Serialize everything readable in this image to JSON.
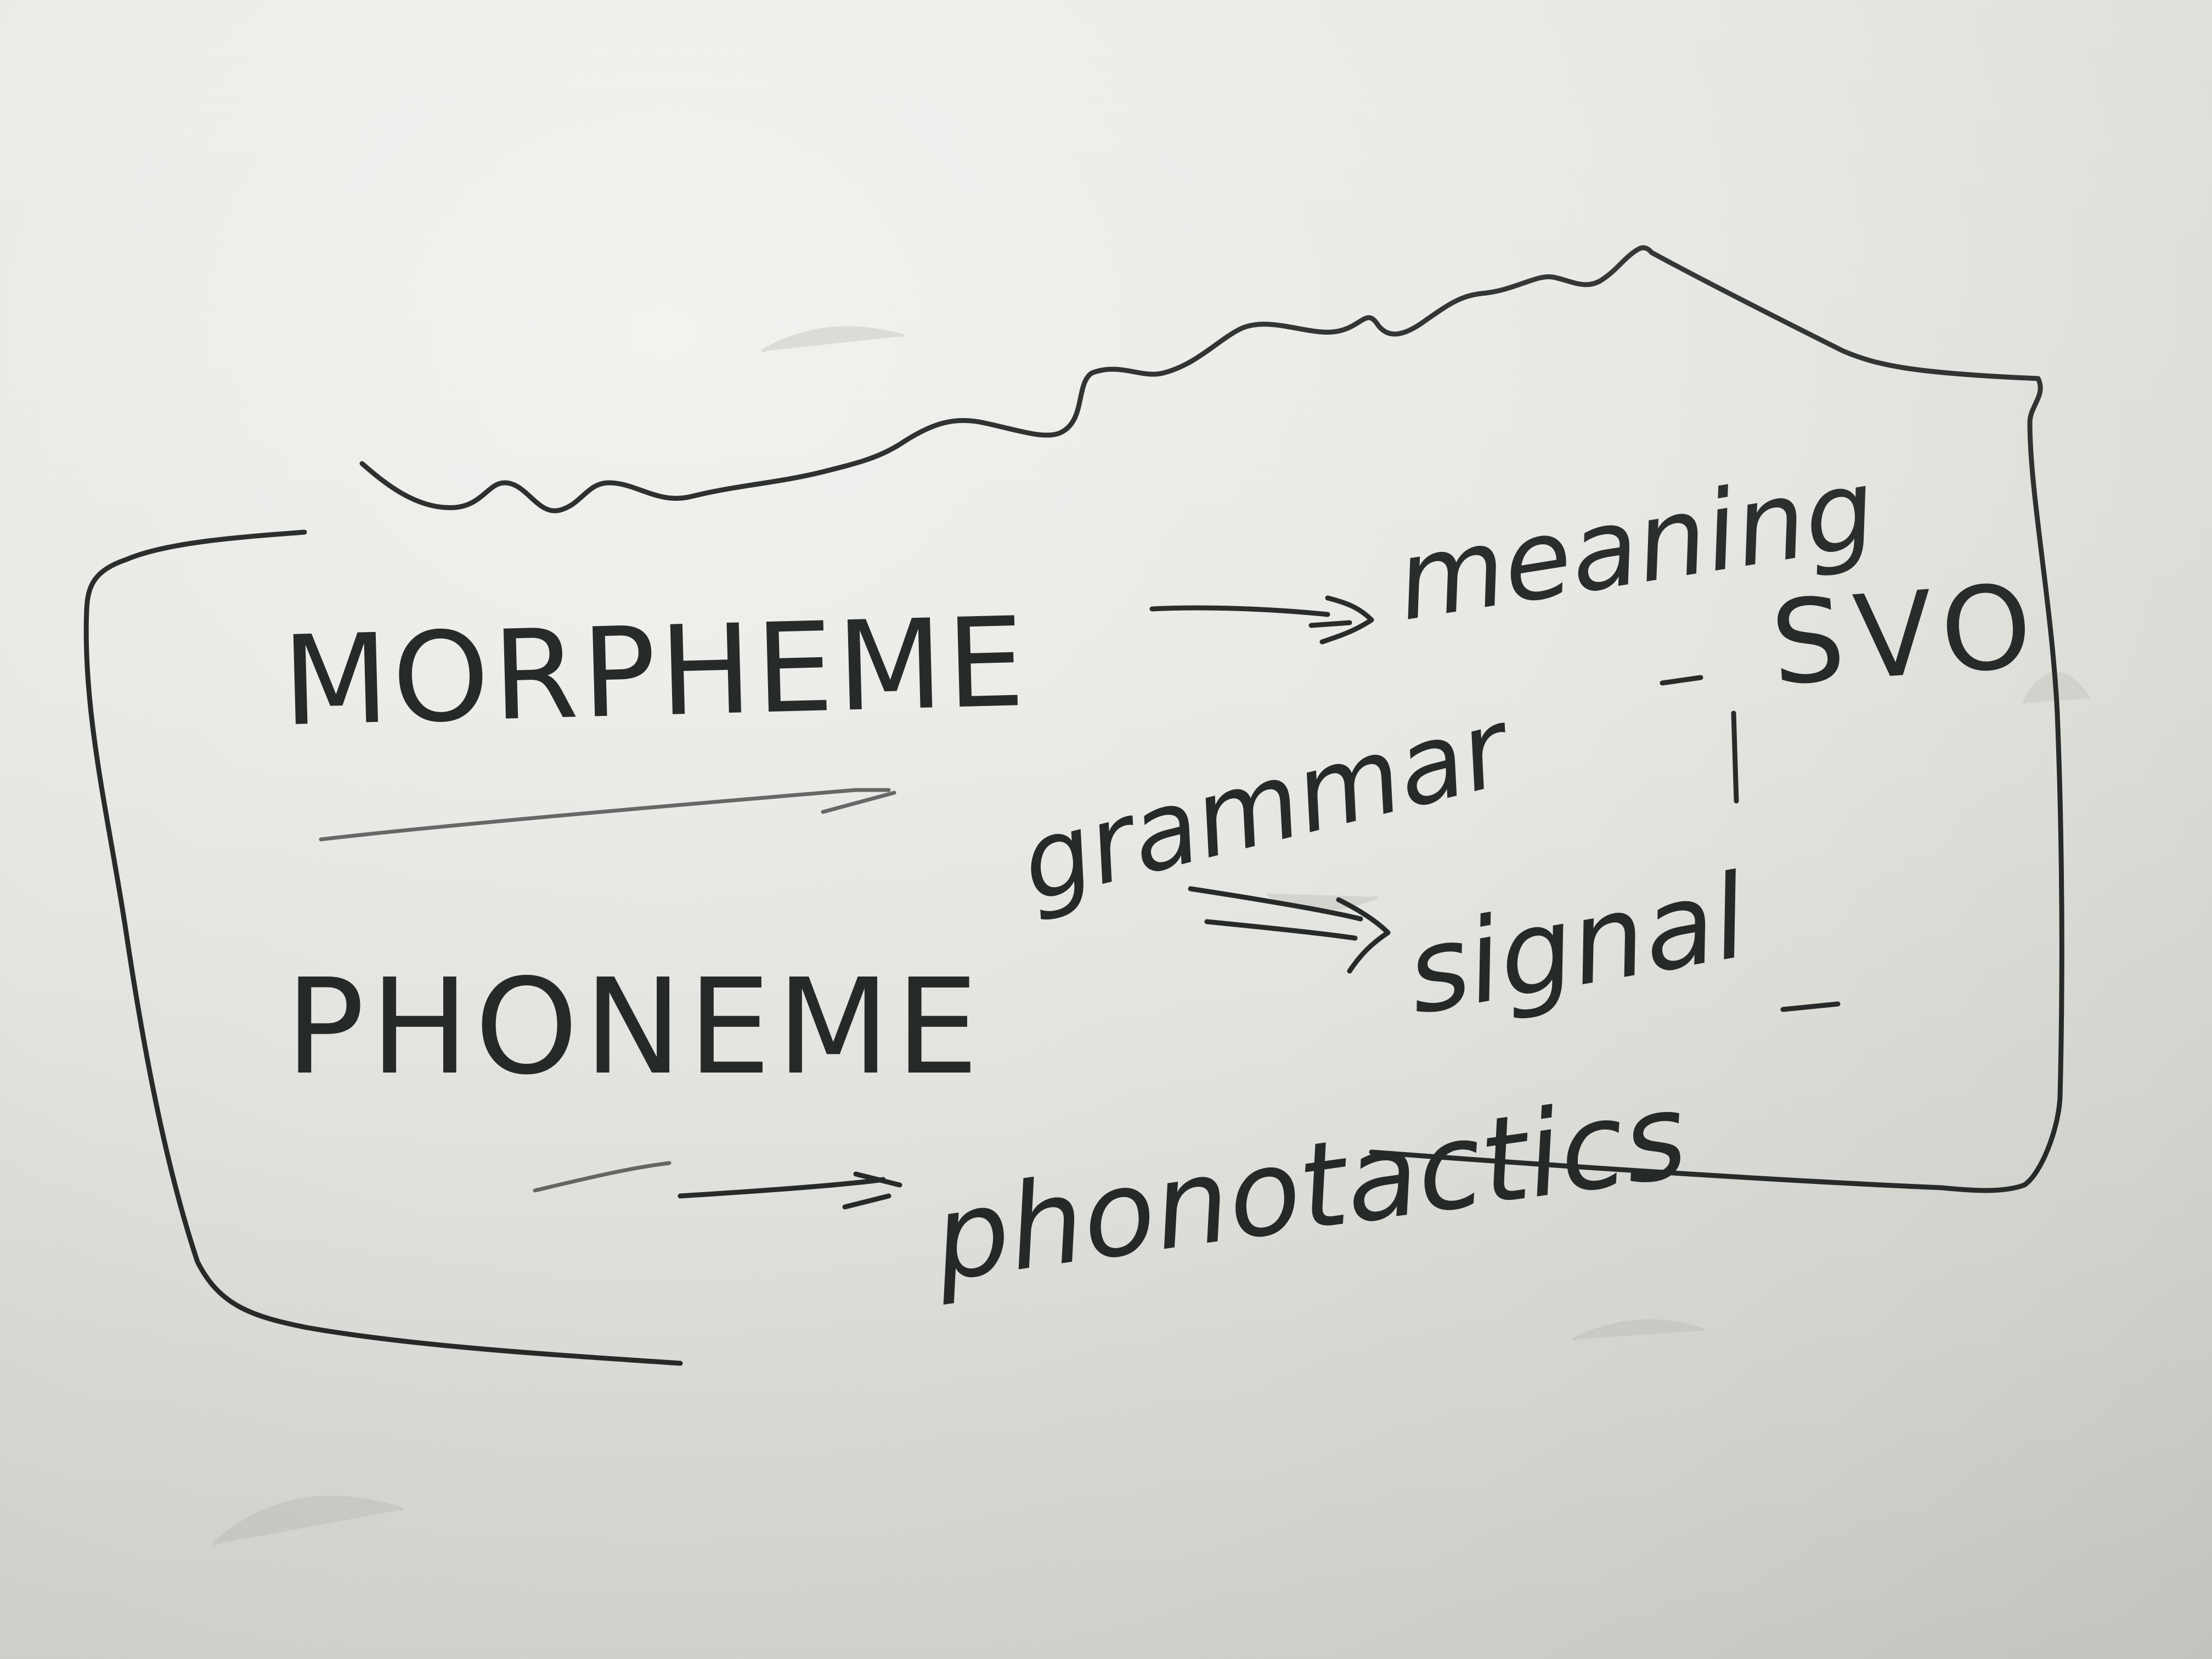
{
  "note": {
    "morpheme": "MORPHEME",
    "meaning": "meaning",
    "svo": "SVO",
    "grammar": "grammar",
    "phoneme": "PHONEME",
    "signal": "signal",
    "phonotactics": "phonotactics"
  },
  "colors": {
    "ink": "#272b29",
    "paper": "#e9e9e5"
  }
}
